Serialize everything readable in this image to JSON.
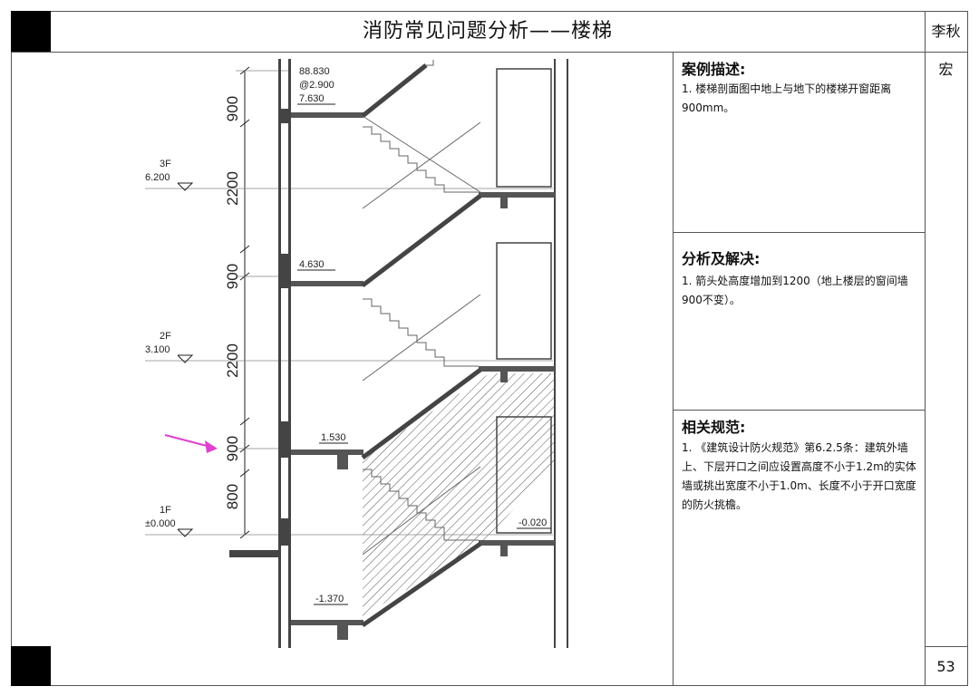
{
  "header": {
    "title": "消防常见问题分析——楼梯",
    "author": "李秋宏"
  },
  "footer": {
    "page_number": "53"
  },
  "drawing": {
    "dimensions": [
      "900",
      "2200",
      "900",
      "2200",
      "900",
      "800"
    ],
    "floor_names": [
      "3F",
      "2F",
      "1F"
    ],
    "floor_elevations": [
      "6.200",
      "3.100",
      "±0.000"
    ],
    "landing_elevations": [
      "88.830",
      "@2.900",
      "7.630",
      "4.630",
      "1.530",
      "-0.020",
      "-1.370"
    ],
    "highlight_color": "#e040d0"
  },
  "sections": {
    "case": {
      "heading": "案例描述:",
      "text": "1. 楼梯剖面图中地上与地下的楼梯开窗距离900mm。"
    },
    "analysis": {
      "heading": "分析及解决:",
      "text": "1. 箭头处高度增加到1200（地上楼层的窗间墙900不变）。"
    },
    "code": {
      "heading": "相关规范:",
      "text": "1. 《建筑设计防火规范》第6.2.5条：建筑外墙上、下层开口之间应设置高度不小于1.2m的实体墙或挑出宽度不小于1.0m、长度不小于开口宽度的防火挑檐。"
    }
  }
}
